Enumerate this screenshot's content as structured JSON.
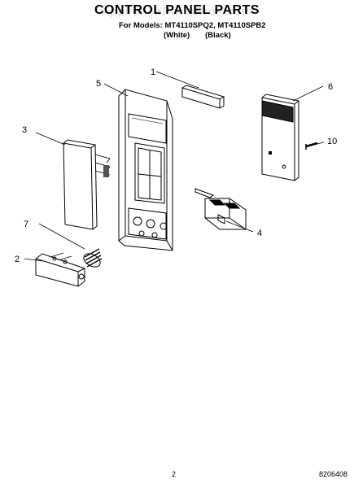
{
  "watermark": "AppliancePartsPros.com",
  "title": "CONTROL PANEL PARTS",
  "models_line": "For Models: MT4110SPQ2, MT4110SPB2",
  "variants": [
    "(White)",
    "(Black)"
  ],
  "callouts": [
    "1",
    "2",
    "3",
    "4",
    "5",
    "6",
    "7",
    "10"
  ],
  "page_number": "2",
  "doc_number": "8206408"
}
